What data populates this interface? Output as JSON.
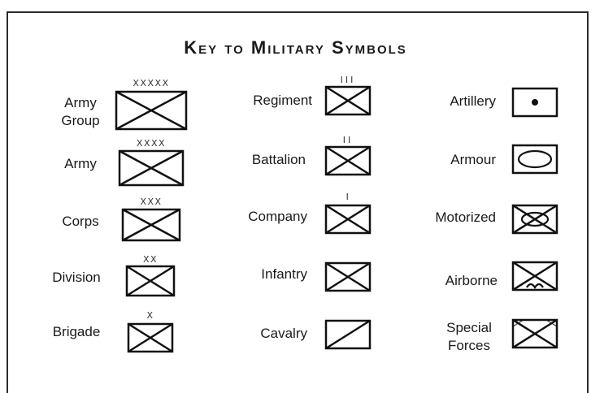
{
  "title": "Key to Military Symbols",
  "columns": [
    {
      "items": [
        {
          "name": "army-group",
          "label": "Army Group",
          "echelon": "XXXXX"
        },
        {
          "name": "army",
          "label": "Army",
          "echelon": "XXXX"
        },
        {
          "name": "corps",
          "label": "Corps",
          "echelon": "XXX"
        },
        {
          "name": "division",
          "label": "Division",
          "echelon": "XX"
        },
        {
          "name": "brigade",
          "label": "Brigade",
          "echelon": "X"
        }
      ]
    },
    {
      "items": [
        {
          "name": "regiment",
          "label": "Regiment",
          "echelon": "III"
        },
        {
          "name": "battalion",
          "label": "Battalion",
          "echelon": "II"
        },
        {
          "name": "company",
          "label": "Company",
          "echelon": "I"
        },
        {
          "name": "infantry",
          "label": "Infantry",
          "echelon": ""
        },
        {
          "name": "cavalry",
          "label": "Cavalry",
          "echelon": ""
        }
      ]
    },
    {
      "items": [
        {
          "name": "artillery",
          "label": "Artillery",
          "echelon": ""
        },
        {
          "name": "armour",
          "label": "Armour",
          "echelon": ""
        },
        {
          "name": "motorized",
          "label": "Motorized",
          "echelon": ""
        },
        {
          "name": "airborne",
          "label": "Airborne",
          "echelon": ""
        },
        {
          "name": "special-forces",
          "label": "Special Forces",
          "echelon": ""
        }
      ]
    }
  ]
}
